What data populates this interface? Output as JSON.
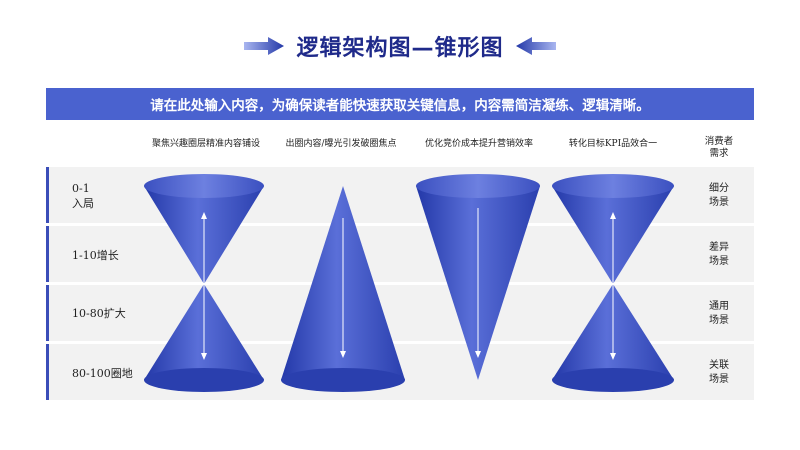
{
  "header": {
    "title": "逻辑架构图—锥形图",
    "subtitle": "请在此处输入内容，为确保读者能快速获取关键信息，内容需简洁凝练、逻辑清晰。"
  },
  "columns": [
    "聚焦兴趣圈层精准内容铺设",
    "出圈内容/曝光引发破圈焦点",
    "优化竞价成本提升营销效率",
    "转化目标KPI品效合一"
  ],
  "consumer_header": [
    "消费者",
    "需求"
  ],
  "rows": [
    {
      "stage": [
        "0-1",
        "入局"
      ],
      "scene": [
        "细分",
        "场景"
      ]
    },
    {
      "stage": [
        "1-10增长"
      ],
      "scene": [
        "差异",
        "场景"
      ]
    },
    {
      "stage": [
        "10-80扩大"
      ],
      "scene": [
        "通用",
        "场景"
      ]
    },
    {
      "stage": [
        "80-100圈地"
      ],
      "scene": [
        "关联",
        "场景"
      ]
    }
  ],
  "cone_shapes": [
    "hourglass",
    "upright",
    "inverted",
    "hourglass"
  ],
  "colors": {
    "title": "#1f2a8a",
    "banner": "#4a62cf",
    "cone_dark": "#2338a8",
    "cone_light": "#6d80e0",
    "band": "#f2f2f2",
    "accent": "#3a4db8"
  }
}
